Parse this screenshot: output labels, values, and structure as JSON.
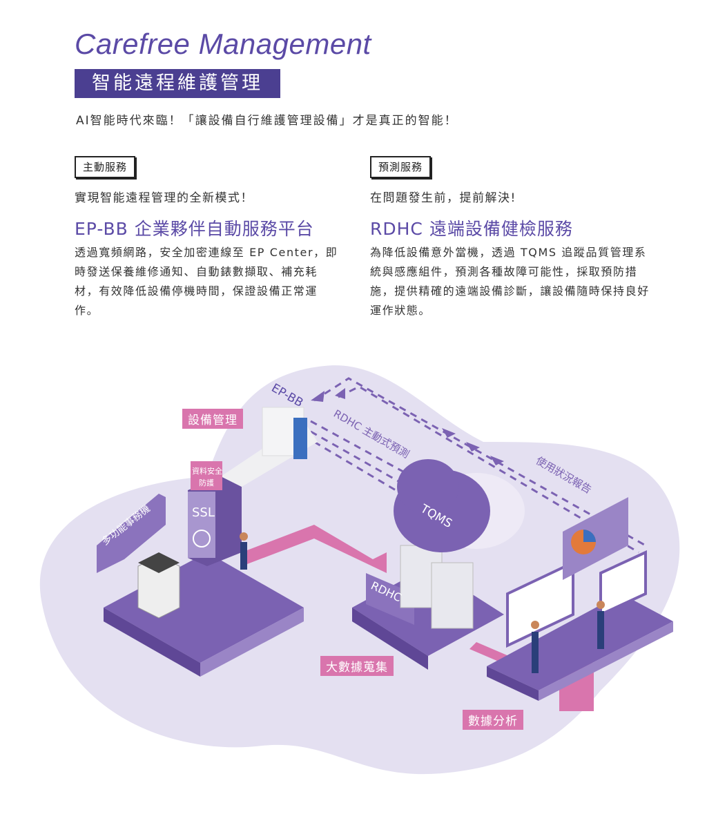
{
  "header": {
    "title_en": "Carefree Management",
    "title_zh": "智能遠程維護管理",
    "intro": "AI智能時代來臨！「讓設備自行維護管理設備」才是真正的智能！"
  },
  "services": [
    {
      "tag": "主動服務",
      "subtitle": "實現智能遠程管理的全新模式！",
      "heading": "EP-BB 企業夥伴自動服務平台",
      "body": "透過寬頻網路，安全加密連線至 EP Center，即時發送保養維修通知、自動錶數擷取、補充耗材，有效降低設備停機時間，保證設備正常運作。"
    },
    {
      "tag": "預測服務",
      "subtitle": "在問題發生前，提前解決!",
      "heading": "RDHC 遠端設備健檢服務",
      "body": "為降低設備意外當機，透過 TQMS 追蹤品質管理系統與感應組件，預測各種故障可能性，採取預防措施，提供精確的遠端設備診斷，讓設備隨時保持良好運作狀態。"
    }
  ],
  "diagram": {
    "epbb": "EP-BB",
    "device_mgmt": "設備管理",
    "rdhc_predict": "RDHC 主動式預測",
    "usage_report": "使用狀況報告",
    "mfp": "多功能事務機",
    "security": "資料安全防護",
    "ssl": "SSL",
    "tqms": "TQMS",
    "rdhc": "RDHC",
    "big_data": "大數據蒐集",
    "analysis": "數據分析"
  },
  "colors": {
    "primary": "#5b4aa6",
    "header_bg": "#4b3f91",
    "blob": "#e4e0f1",
    "platform": "#7b62b2",
    "pink": "#d975ad"
  }
}
